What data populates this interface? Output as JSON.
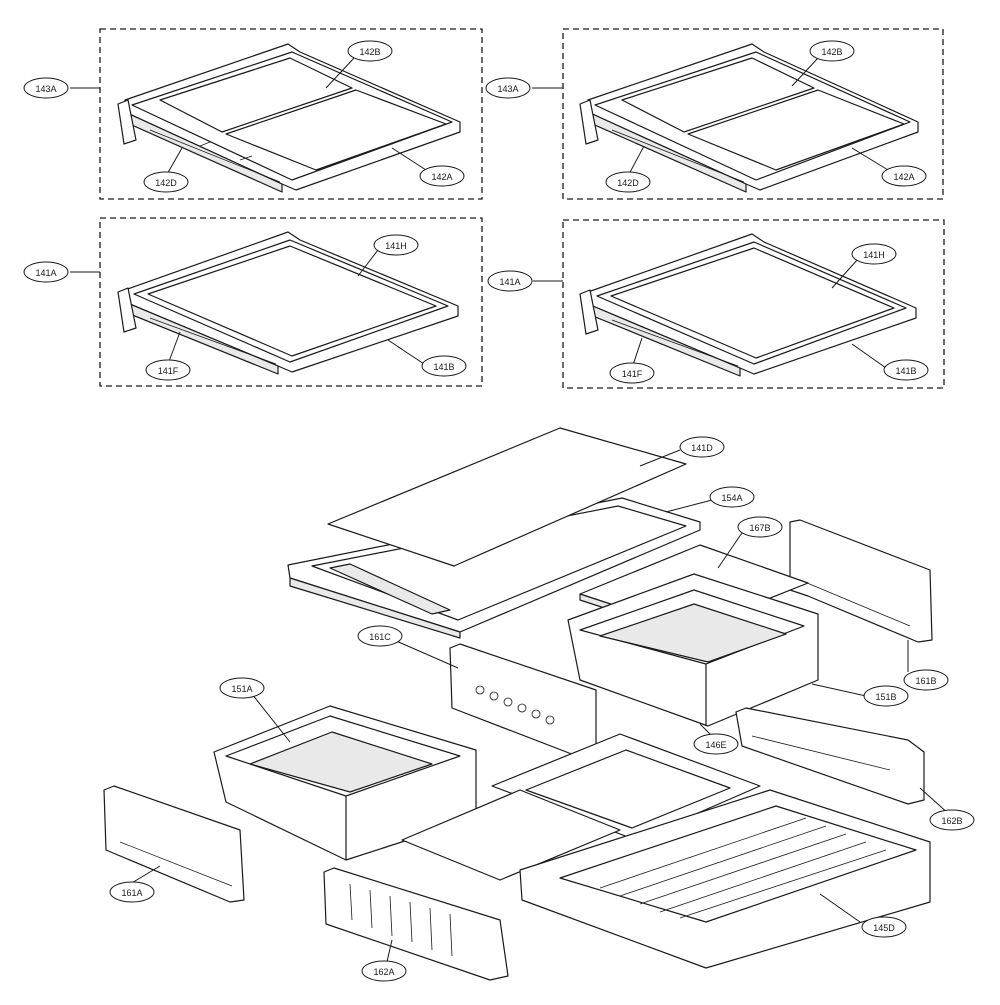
{
  "diagram": {
    "callouts": {
      "c_143A_left": "143A",
      "c_142B_left": "142B",
      "c_142D_left": "142D",
      "c_142A_left": "142A",
      "c_143A_right": "143A",
      "c_142B_right": "142B",
      "c_142D_right": "142D",
      "c_142A_right": "142A",
      "c_141A_left": "141A",
      "c_141H_left": "141H",
      "c_141F_left": "141F",
      "c_141B_left": "141B",
      "c_141A_right": "141A",
      "c_141H_right": "141H",
      "c_141F_right": "141F",
      "c_141B_right": "141B",
      "c_141D": "141D",
      "c_154A": "154A",
      "c_167B": "167B",
      "c_161C": "161C",
      "c_161B": "161B",
      "c_151A": "151A",
      "c_151B": "151B",
      "c_146E": "146E",
      "c_162B": "162B",
      "c_161A": "161A",
      "c_145D": "145D",
      "c_162A": "162A"
    },
    "colors": {
      "line": "#1a1a1a",
      "fill": "#ffffff",
      "shade": "#e9e9e9"
    }
  }
}
